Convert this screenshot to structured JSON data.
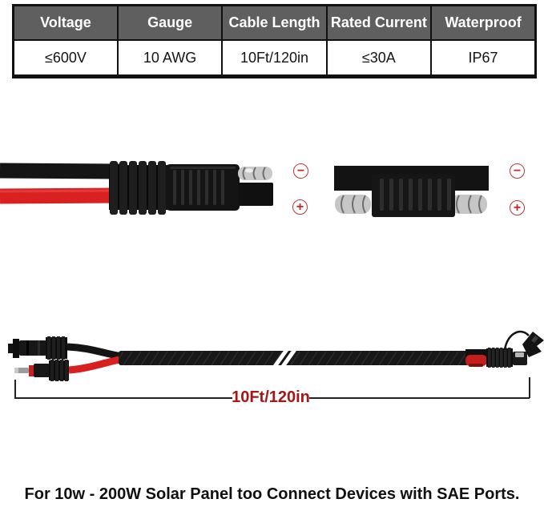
{
  "colors": {
    "accent_red_wire": "#d92121",
    "dimension_label_red": "#a51616",
    "polarity_red": "#bd3535",
    "table_header_bg": "#5f5f5f",
    "table_border": "#101010",
    "background": "#ffffff"
  },
  "spec_table": {
    "headers": [
      "Voltage",
      "Gauge",
      "Cable Length",
      "Rated Current",
      "Waterproof"
    ],
    "values": [
      "≤600V",
      "10 AWG",
      "10Ft/120in",
      "≤30A",
      "IP67"
    ]
  },
  "polarity": {
    "minus": "−",
    "plus": "+"
  },
  "dimension": {
    "label": "10Ft/120in"
  },
  "caption": {
    "text": "For 10w - 200W Solar Panel too Connect Devices with SAE Ports."
  },
  "icons": {
    "left_illustration": "sae-plug-with-red-black-wires",
    "right_illustration": "sae-to-sae-coupler",
    "bottom_illustration": "mc4-to-sae-extension-cable"
  }
}
